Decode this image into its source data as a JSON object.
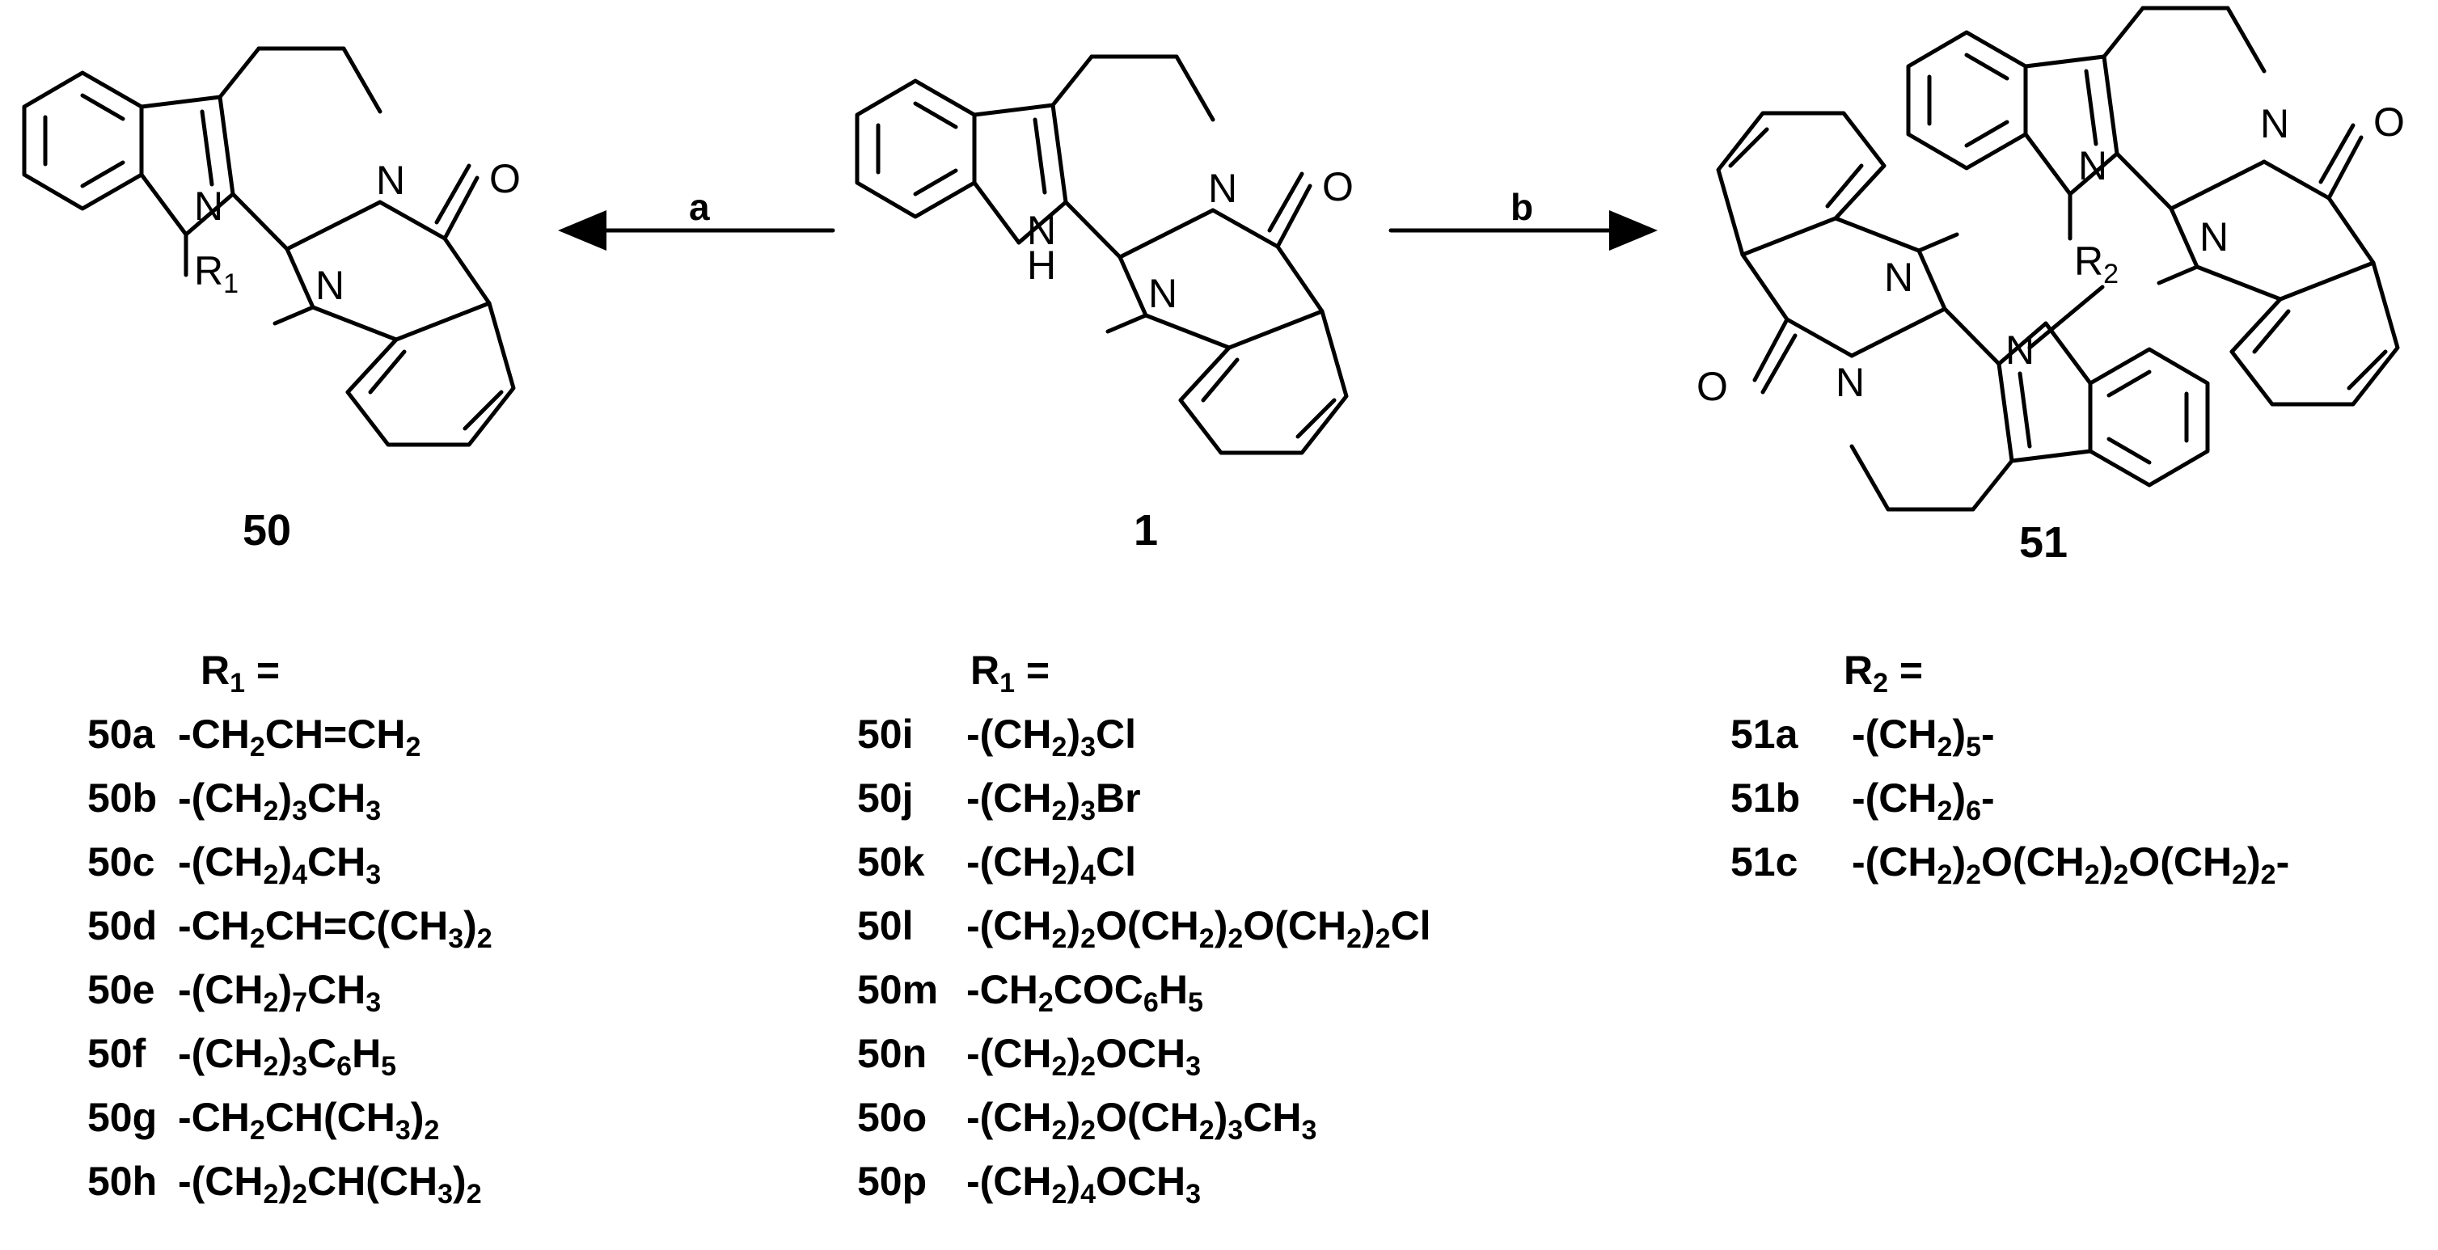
{
  "compounds": {
    "left_label": "50",
    "center_label": "1",
    "right_label": "51"
  },
  "arrows": {
    "a_label": "a",
    "b_label": "b"
  },
  "atoms": {
    "N": "N",
    "H": "H",
    "O": "O",
    "R": "R",
    "r1_sub": "1",
    "r2_sub": "2"
  },
  "substituents": {
    "left": {
      "header_base": "R",
      "header_sub": "1",
      "header_suffix": " =",
      "items": [
        {
          "id": "50a",
          "formula": "-CH<sub>2</sub>CH=CH<sub>2</sub>"
        },
        {
          "id": "50b",
          "formula": "-(CH<sub>2</sub>)<sub>3</sub>CH<sub>3</sub>"
        },
        {
          "id": "50c",
          "formula": "-(CH<sub>2</sub>)<sub>4</sub>CH<sub>3</sub>"
        },
        {
          "id": "50d",
          "formula": "-CH<sub>2</sub>CH=C(CH<sub>3</sub>)<sub>2</sub>"
        },
        {
          "id": "50e",
          "formula": "-(CH<sub>2</sub>)<sub>7</sub>CH<sub>3</sub>"
        },
        {
          "id": "50f",
          "formula": "-(CH<sub>2</sub>)<sub>3</sub>C<sub>6</sub>H<sub>5</sub>"
        },
        {
          "id": "50g",
          "formula": "-CH<sub>2</sub>CH(CH<sub>3</sub>)<sub>2</sub>"
        },
        {
          "id": "50h",
          "formula": "-(CH<sub>2</sub>)<sub>2</sub>CH(CH<sub>3</sub>)<sub>2</sub>"
        }
      ]
    },
    "middle": {
      "header_base": "R",
      "header_sub": "1",
      "header_suffix": " =",
      "items": [
        {
          "id": "50i",
          "formula": "-(CH<sub>2</sub>)<sub>3</sub>Cl"
        },
        {
          "id": "50j",
          "formula": "-(CH<sub>2</sub>)<sub>3</sub>Br"
        },
        {
          "id": "50k",
          "formula": "-(CH<sub>2</sub>)<sub>4</sub>Cl"
        },
        {
          "id": "50l",
          "formula": "-(CH<sub>2</sub>)<sub>2</sub>O(CH<sub>2</sub>)<sub>2</sub>O(CH<sub>2</sub>)<sub>2</sub>Cl"
        },
        {
          "id": "50m",
          "formula": "-CH<sub>2</sub>COC<sub>6</sub>H<sub>5</sub>"
        },
        {
          "id": "50n",
          "formula": "-(CH<sub>2</sub>)<sub>2</sub>OCH<sub>3</sub>"
        },
        {
          "id": "50o",
          "formula": "-(CH<sub>2</sub>)<sub>2</sub>O(CH<sub>2</sub>)<sub>3</sub>CH<sub>3</sub>"
        },
        {
          "id": "50p",
          "formula": "-(CH<sub>2</sub>)<sub>4</sub>OCH<sub>3</sub>"
        }
      ]
    },
    "right": {
      "header_base": "R",
      "header_sub": "2",
      "header_suffix": " =",
      "items": [
        {
          "id": "51a",
          "formula": "-(CH<sub>2</sub>)<sub>5</sub>-"
        },
        {
          "id": "51b",
          "formula": "-(CH<sub>2</sub>)<sub>6</sub>-"
        },
        {
          "id": "51c",
          "formula": "-(CH<sub>2</sub>)<sub>2</sub>O(CH<sub>2</sub>)<sub>2</sub>O(CH<sub>2</sub>)<sub>2</sub>-"
        }
      ]
    }
  }
}
